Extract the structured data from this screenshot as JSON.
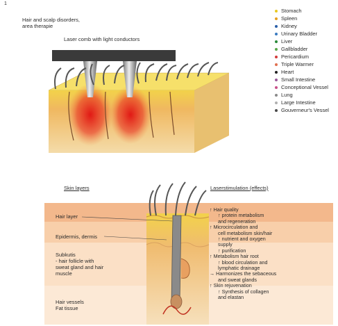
{
  "page_number": "1",
  "top": {
    "title_line1": "Hair and scalp disorders,",
    "title_line2": "area therapie",
    "comb_label": "Laser comb with light conductors"
  },
  "legend": [
    {
      "label": "Stomach",
      "color": "#e8c820"
    },
    {
      "label": "Spleen",
      "color": "#e8a020"
    },
    {
      "label": "Kidney",
      "color": "#2a5fa8"
    },
    {
      "label": "Urinary Bladder",
      "color": "#3a7ac0"
    },
    {
      "label": "Liver",
      "color": "#2a8a3a"
    },
    {
      "label": "Gallbladder",
      "color": "#5aa84a"
    },
    {
      "label": "Pericardium",
      "color": "#d23a3a"
    },
    {
      "label": "Triple Warmer",
      "color": "#e07050"
    },
    {
      "label": "Heart",
      "color": "#222222"
    },
    {
      "label": "Small Intestine",
      "color": "#9a5a9a"
    },
    {
      "label": "Conceptional Vessel",
      "color": "#c8508a"
    },
    {
      "label": "Lung",
      "color": "#8a8a8a"
    },
    {
      "label": "Large Intestine",
      "color": "#b0b0b0"
    },
    {
      "label": "Gouverneur's Vessel",
      "color": "#4a4a4a"
    }
  ],
  "skin_layers": {
    "title": "Skin layers",
    "hair_layer": "Hair layer",
    "epidermis": "Epidermis, dermis",
    "subkutis_1": "Subkutis",
    "subkutis_2": "- hair follicle with",
    "subkutis_3": "sweat gland and hair",
    "subkutis_4": "muscle",
    "vessels_1": "Hair vessels",
    "vessels_2": "Fat tissue"
  },
  "laser": {
    "title": "Laserstimulation (effects)",
    "effects": [
      {
        "text": "↑ Hair quality",
        "sub": false
      },
      {
        "text": "↑ protein metabolism",
        "sub": true
      },
      {
        "text": "and regeneration",
        "sub": true
      },
      {
        "text": "↑ Microcirculation and",
        "sub": false
      },
      {
        "text": "cell metabolism skin/hair",
        "sub": true
      },
      {
        "text": "↑ nutrient and oxygen",
        "sub": true
      },
      {
        "text": "supply",
        "sub": true
      },
      {
        "text": "↑ purification",
        "sub": true
      },
      {
        "text": "↑ Metabolism hair root",
        "sub": false
      },
      {
        "text": "↑ blood circulation and",
        "sub": true
      },
      {
        "text": "lymphatic drainage",
        "sub": true
      },
      {
        "text": "→ Harmonizes the sebaceous",
        "sub": false
      },
      {
        "text": "and sweat glands",
        "sub": true
      },
      {
        "text": "↑ Skin rejuvenation",
        "sub": false
      },
      {
        "text": "↑ Synthesis of collagen",
        "sub": true
      },
      {
        "text": "and elastan",
        "sub": true
      }
    ]
  }
}
